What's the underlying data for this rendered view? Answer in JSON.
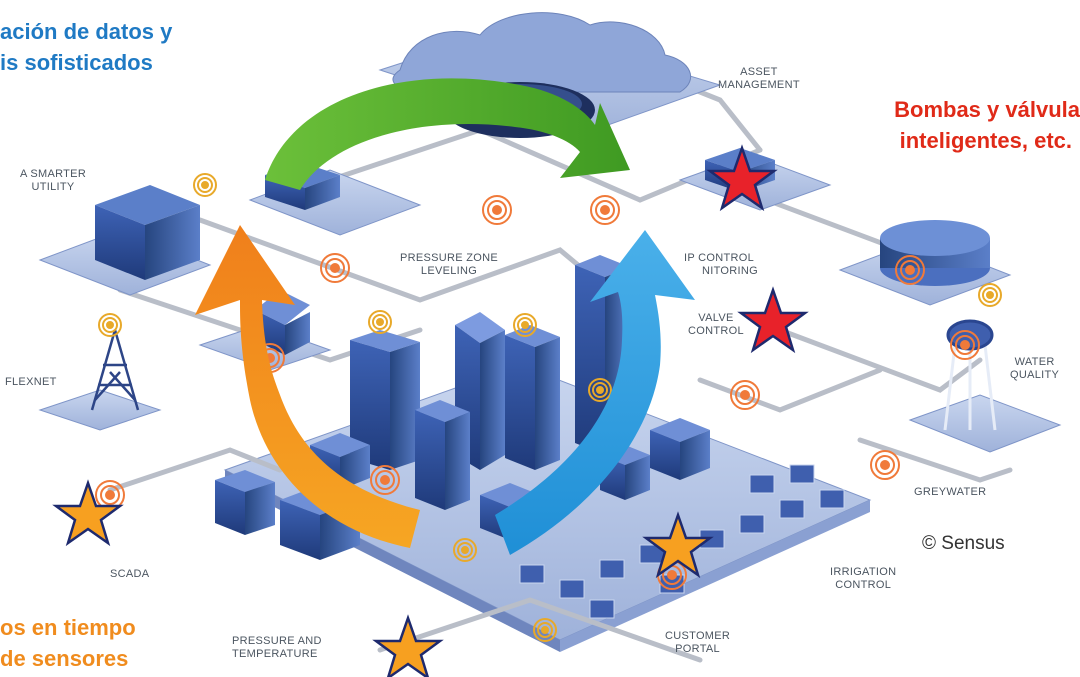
{
  "captions": {
    "top_left": [
      "ación de datos y",
      "is sofisticados"
    ],
    "top_right": [
      "Bombas y válvula",
      "inteligentes, etc."
    ],
    "bottom_left": [
      "os en tiempo",
      "de sensores"
    ]
  },
  "labels": {
    "asset_management": [
      "ASSET",
      "MANAGEMENT"
    ],
    "smarter_utility": [
      "A SMARTER",
      "UTILITY"
    ],
    "pressure_zone": [
      "PRESSURE ZONE",
      "LEVELING"
    ],
    "pump_control": [
      "IP CONTROL",
      "NITORING"
    ],
    "valve_control": [
      "VALVE",
      "CONTROL"
    ],
    "flexnet": "FLEXNET",
    "water_quality": [
      "WATER",
      "QUALITY"
    ],
    "greywater": "GREYWATER",
    "scada": "SCADA",
    "irrigation": [
      "IRRIGATION",
      "CONTROL"
    ],
    "pressure_temp": [
      "PRESSURE AND",
      "TEMPERATURE"
    ],
    "customer_portal": [
      "CUSTOMER",
      "PORTAL"
    ]
  },
  "copyright": "© Sensus",
  "colors": {
    "arrow_green": "#56b22a",
    "arrow_orange": "#f39a1e",
    "arrow_blue": "#2f9fe0",
    "star_red": "#e8222a",
    "star_orange": "#f7a020",
    "star_outline": "#1e2a6e",
    "caption_blue": "#1f7ac4",
    "caption_red": "#e02a18",
    "caption_orange": "#f08c1e"
  }
}
